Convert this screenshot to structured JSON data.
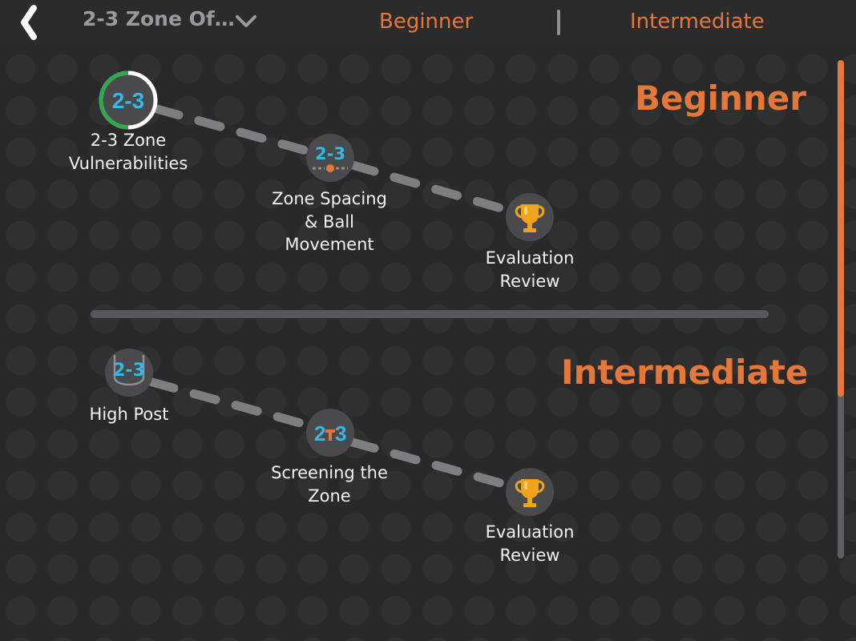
{
  "header": {
    "back_icon": "chevron-left-icon",
    "course_title": "2-3 Zone Of…",
    "dropdown_icon": "chevron-down-icon",
    "nav_levels": [
      "Beginner",
      "Intermediate"
    ]
  },
  "sections": [
    {
      "heading": "Beginner",
      "lessons": [
        {
          "label": "2-3 Zone\nVulnerabilities",
          "icon_text": "2-3",
          "icon": "zone-2-3-icon",
          "progress": 0.5
        },
        {
          "label": "Zone Spacing\n& Ball\nMovement",
          "icon_text": "2-3",
          "icon": "zone-ball-movement-icon"
        },
        {
          "label": "Evaluation\nReview",
          "icon": "trophy-icon"
        }
      ]
    },
    {
      "heading": "Intermediate",
      "lessons": [
        {
          "label": "High Post",
          "icon_text": "2-3",
          "icon": "high-post-icon"
        },
        {
          "label": "Screening the\nZone",
          "icon_text": "2T3",
          "icon": "screen-icon"
        },
        {
          "label": "Evaluation\nReview",
          "icon": "trophy-icon"
        }
      ]
    }
  ],
  "colors": {
    "accent": "#e4773a",
    "progress": "#2fa84f",
    "icon_blue": "#35b8e6",
    "trophy": "#f0a31c",
    "background": "#29292a"
  }
}
